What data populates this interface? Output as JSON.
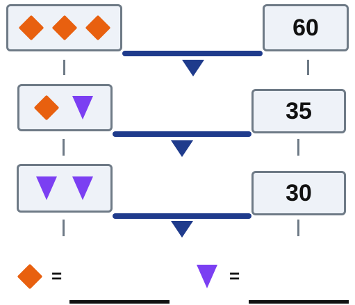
{
  "colors": {
    "diamond": "#e8600f",
    "triangle": "#7b3ff2",
    "beam": "#1f3b8c",
    "box_border": "#6e7a86",
    "box_fill": "#eef2f8"
  },
  "rows": [
    {
      "left": [
        "diamond",
        "diamond",
        "diamond"
      ],
      "right_value": "60"
    },
    {
      "left": [
        "diamond",
        "triangle"
      ],
      "right_value": "35"
    },
    {
      "left": [
        "triangle",
        "triangle"
      ],
      "right_value": "30"
    }
  ],
  "legend": [
    {
      "shape": "diamond",
      "equals": "="
    },
    {
      "shape": "triangle",
      "equals": "="
    }
  ]
}
